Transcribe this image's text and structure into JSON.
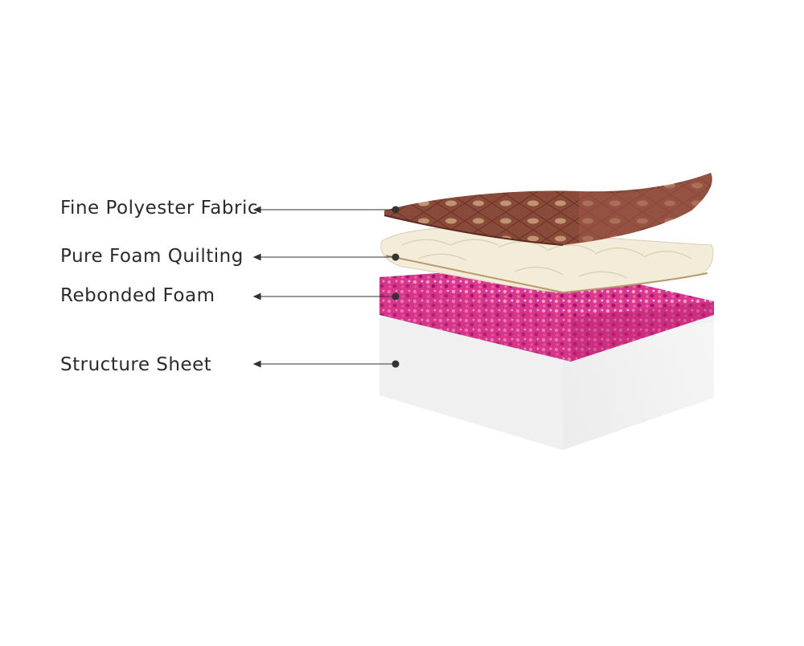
{
  "layers": [
    {
      "id": "fabric",
      "label": "Fine Polyester Fabric"
    },
    {
      "id": "quilting",
      "label": "Pure Foam Quilting"
    },
    {
      "id": "rebonded",
      "label": "Rebonded Foam"
    },
    {
      "id": "structure",
      "label": "Structure Sheet"
    }
  ],
  "colors": {
    "fabric": "#8a4a3a",
    "fabric_pattern": "#c8a27a",
    "quilting": "#f3ecd8",
    "rebonded": "#e0308a",
    "structure": "#efefef",
    "leader_line": "#333333"
  }
}
